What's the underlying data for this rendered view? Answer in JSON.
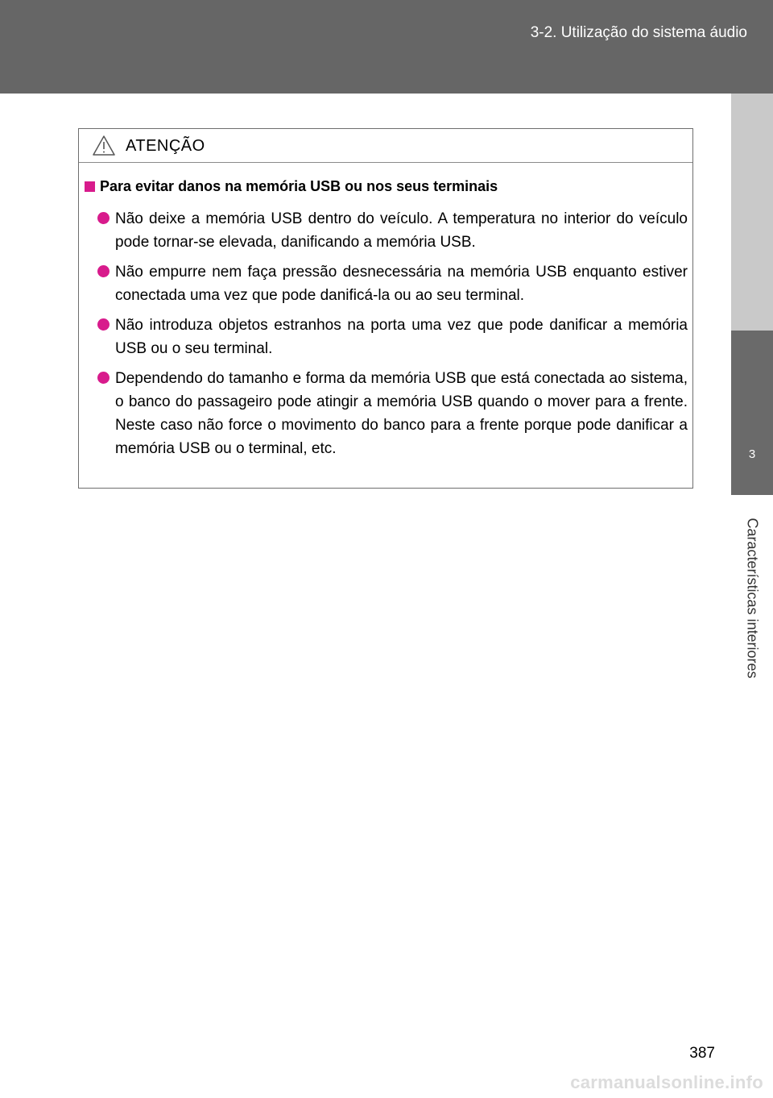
{
  "colors": {
    "header_bg": "#666666",
    "accent": "#d81b8c",
    "warning_icon": "#555555"
  },
  "header": {
    "title": "3-2. Utilização do sistema áudio"
  },
  "side_tab": {
    "chapter": "3",
    "caption": "Características interiores"
  },
  "warning": {
    "icon": "warning-triangle-icon",
    "title": "ATENÇÃO",
    "section_title": "Para evitar danos na memória USB ou nos seus terminais",
    "items": [
      "Não deixe a memória USB dentro do veículo. A temperatura no interior do veículo pode tornar-se elevada, danificando a memória USB.",
      "Não empurre nem faça pressão desnecessária na memória USB enquanto estiver conectada uma vez que pode danificá-la ou ao seu terminal.",
      "Não introduza objetos estranhos na porta uma vez que pode danificar a memória USB ou o seu terminal.",
      "Dependendo do tamanho e forma da memória USB que está conectada ao sistema, o banco do passageiro pode atingir a memória USB quando o mover para a frente. Neste caso não force o movimento do banco para a frente porque pode danificar a memória USB ou o terminal, etc."
    ]
  },
  "page_number": "387",
  "footer": {
    "site": "carmanualsonline.info"
  }
}
